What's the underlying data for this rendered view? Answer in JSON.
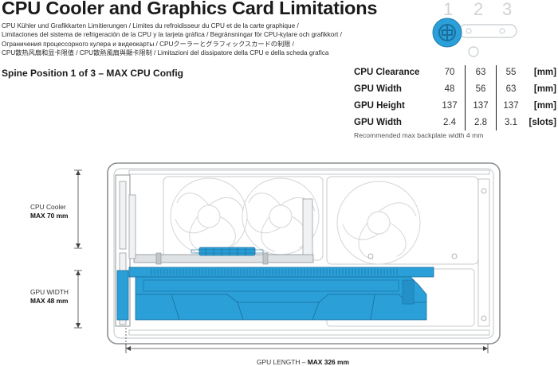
{
  "title": "CPU Cooler and Graphics Card Limitations",
  "subtitles": [
    "CPU Kühler und Grafikkarten Limitierungen / Limites du refroidisseur du CPU et de la carte graphique /",
    "Limitaciones del sistema de refrigeración de la CPU y la tarjeta gráfica / Begränsningar för CPU-kylare och grafikkort /",
    "Ограничения процессорного кулера и видеокарты / CPUクーラーとグラフィックスカードの制限 /",
    "CPU散热风扇和显卡限值 / CPU散熱風扇與顯卡限制 / Limitazioni del dissipatore della CPU e della scheda grafica"
  ],
  "config_label": "Spine Position 1 of 3 – MAX CPU Config",
  "positions": {
    "labels": [
      "1",
      "2",
      "3"
    ],
    "active": 1,
    "active_color": "#2a9fd8"
  },
  "specs": {
    "rows": [
      {
        "label": "CPU Clearance",
        "values": [
          "70",
          "63",
          "55"
        ],
        "unit": "[mm]"
      },
      {
        "label": "GPU Width",
        "values": [
          "48",
          "56",
          "63"
        ],
        "unit": "[mm]"
      },
      {
        "label": "GPU Height",
        "values": [
          "137",
          "137",
          "137"
        ],
        "unit": "[mm]"
      },
      {
        "label": "GPU Width",
        "values": [
          "2.4",
          "2.8",
          "3.1"
        ],
        "unit": "[slots]"
      }
    ],
    "note": "Recommended max backplate width 4 mm"
  },
  "diagram": {
    "cpu_cooler_label": "CPU Cooler",
    "cpu_cooler_max": "MAX 70 mm",
    "gpu_width_label": "GPU WIDTH",
    "gpu_width_max": "MAX 48 mm",
    "gpu_length_label": "GPU LENGTH –",
    "gpu_length_max": "MAX 326 mm",
    "highlight_color": "#2a9fd8"
  }
}
